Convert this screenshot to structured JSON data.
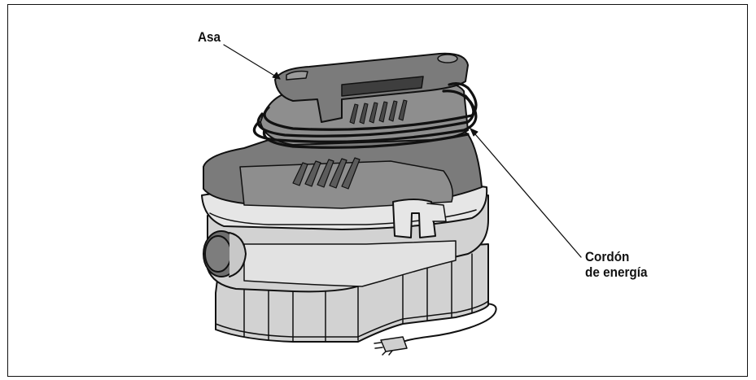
{
  "labels": {
    "handle": "Asa",
    "power_cord_line1": "Cordón",
    "power_cord_line2": "de energía"
  },
  "colors": {
    "outline": "#111111",
    "lid_dark": "#7b7b7b",
    "lid_mid": "#8e8e8e",
    "body_light": "#d2d2d2",
    "rim_light": "#e6e6e6",
    "shadow": "#5c5c5c"
  }
}
